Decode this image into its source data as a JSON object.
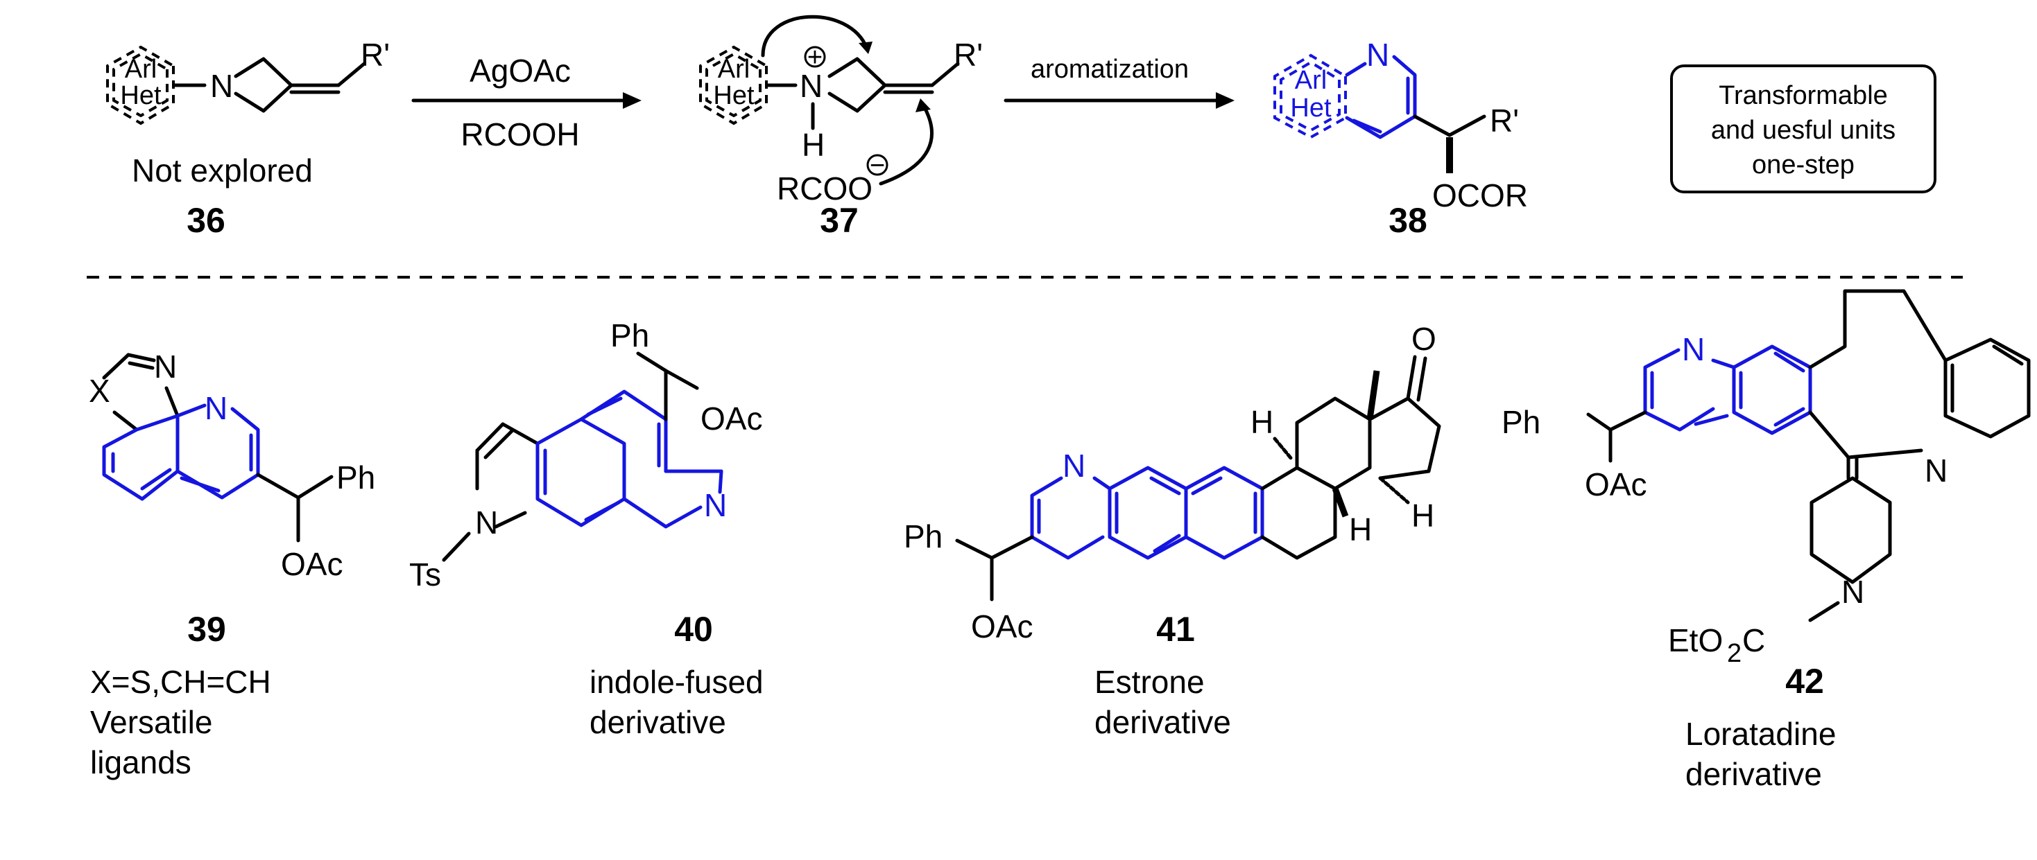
{
  "scheme": {
    "step1": {
      "reagent_top": "AgOAc",
      "reagent_bottom": "RCOOH"
    },
    "step2": {
      "label": "aromatization"
    },
    "s36": {
      "id": "36",
      "note": "Not explored"
    },
    "s37": {
      "id": "37"
    },
    "s38": {
      "id": "38"
    },
    "box": {
      "line1": "Transformable",
      "line2": "and uesful units",
      "line3": "one-step"
    }
  },
  "atoms": {
    "arl": "Arl",
    "het": "Het",
    "N": "N",
    "R_prime": "R'",
    "H": "H",
    "rcoo": "RCOO",
    "ocor": "OCOR",
    "X": "X",
    "Ph": "Ph",
    "OAc": "OAc",
    "Ts": "Ts",
    "O": "O",
    "Et": "EtO",
    "two": "2",
    "C": "C",
    "plus": "+",
    "minus": "−"
  },
  "examples": [
    {
      "id": "39",
      "line1": "X=S,CH=CH",
      "line2": "Versatile",
      "line3": "ligands"
    },
    {
      "id": "40",
      "line1": "indole-fused",
      "line2": "derivative"
    },
    {
      "id": "41",
      "line1": "Estrone",
      "line2": "derivative"
    },
    {
      "id": "42",
      "line1": "Loratadine",
      "line2": "derivative"
    }
  ]
}
